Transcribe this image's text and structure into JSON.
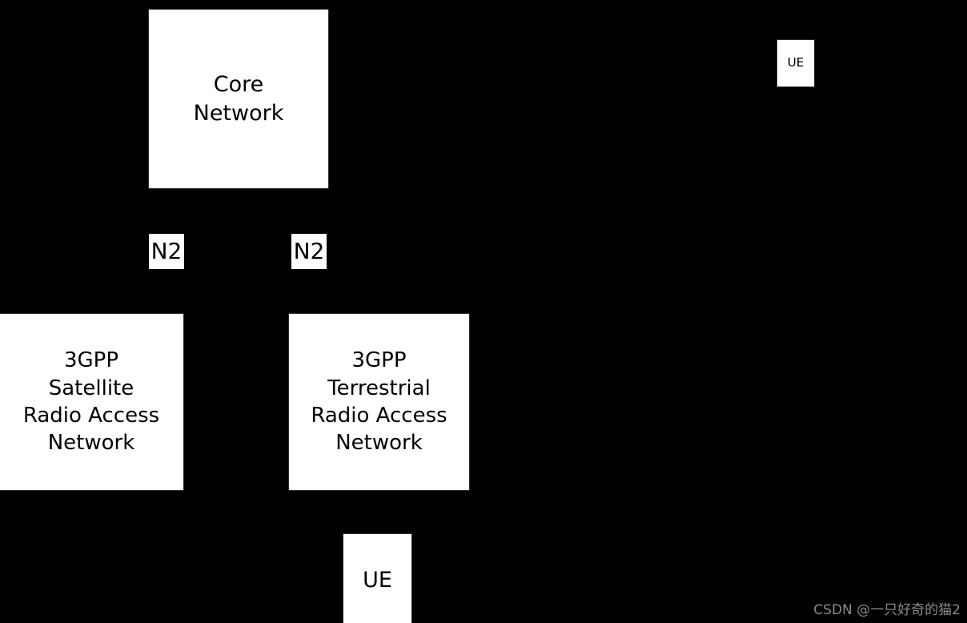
{
  "diagram": {
    "background_color": "#000000",
    "node_fill_color": "#ffffff",
    "node_text_color": "#000000",
    "nodes": [
      {
        "id": "core",
        "label": "Core\nNetwork"
      },
      {
        "id": "satellite_ran",
        "label": "3GPP\nSatellite\nRadio Access\nNetwork"
      },
      {
        "id": "terrestrial_ran",
        "label": "3GPP\nTerrestrial\nRadio Access\nNetwork"
      },
      {
        "id": "ue_bottom",
        "label": "UE"
      },
      {
        "id": "ue_top",
        "label": "UE"
      }
    ],
    "edge_labels": [
      {
        "id": "n2_satellite",
        "label": "N2"
      },
      {
        "id": "n2_terrestrial",
        "label": "N2"
      }
    ]
  },
  "watermark": {
    "text": "CSDN @一只好奇的猫2",
    "color": "#8a8a8a"
  }
}
